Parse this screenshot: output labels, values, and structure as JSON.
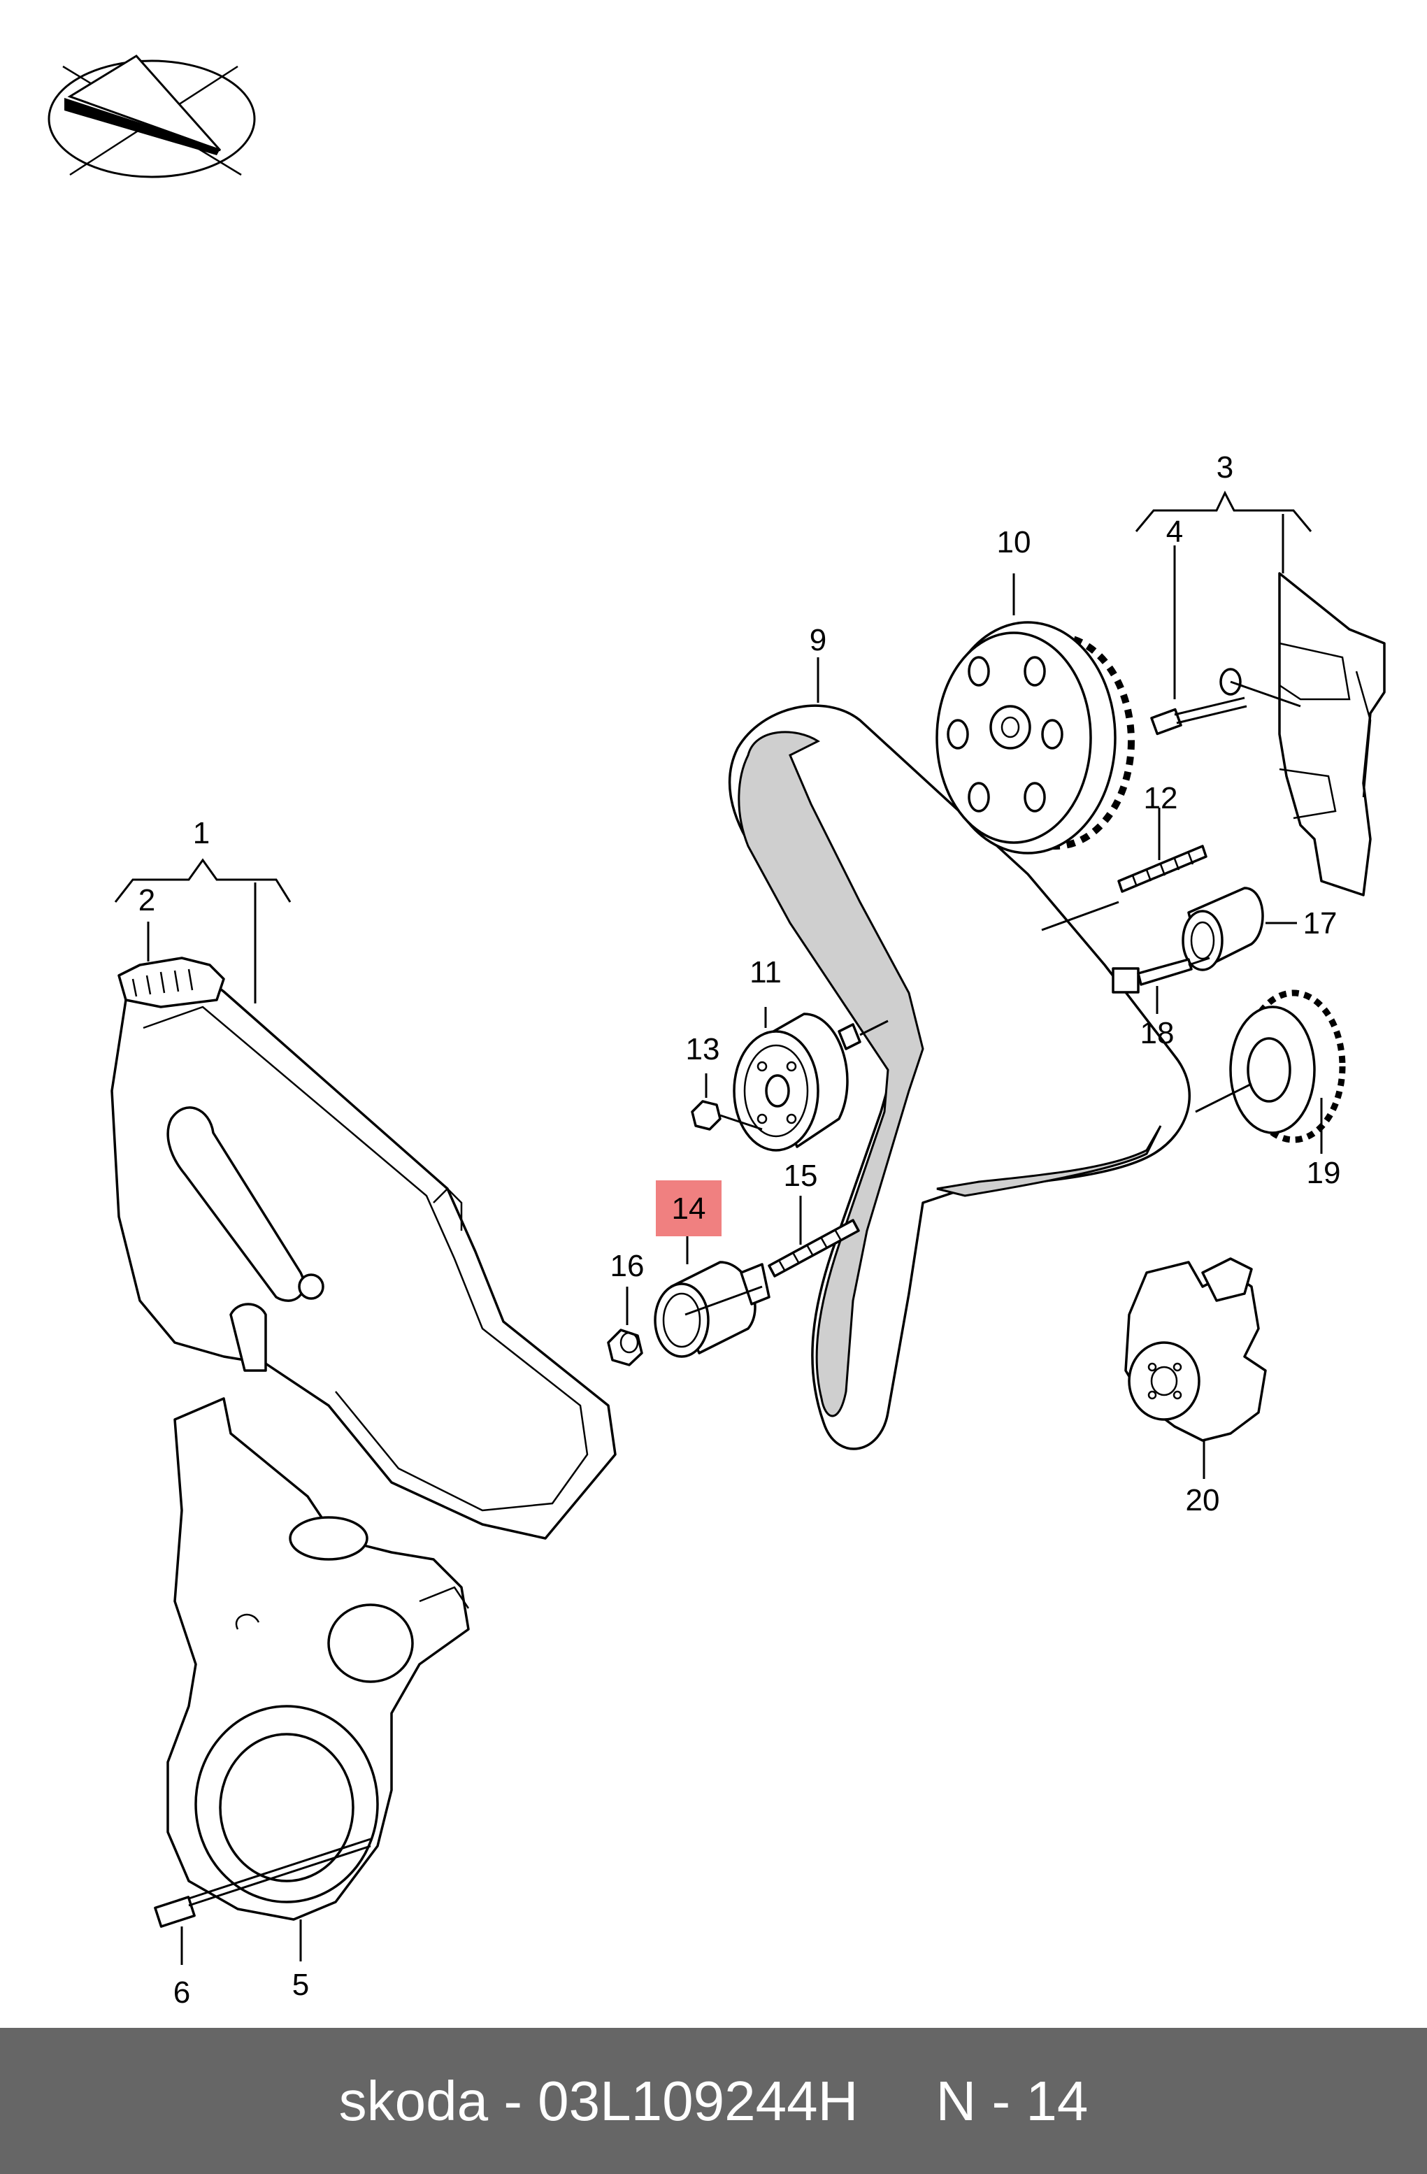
{
  "logo": {
    "icon": "compass-arrow-logo"
  },
  "callouts": {
    "c1": "1",
    "c2": "2",
    "c3": "3",
    "c4": "4",
    "c5": "5",
    "c6": "6",
    "c9": "9",
    "c10": "10",
    "c11": "11",
    "c12": "12",
    "c13": "13",
    "c14": "14",
    "c15": "15",
    "c16": "16",
    "c17": "17",
    "c18": "18",
    "c19": "19",
    "c20": "20"
  },
  "highlight_color": "#F08080",
  "footer": {
    "text": "skoda - 03L109244H     N - 14",
    "background": "#666666"
  }
}
